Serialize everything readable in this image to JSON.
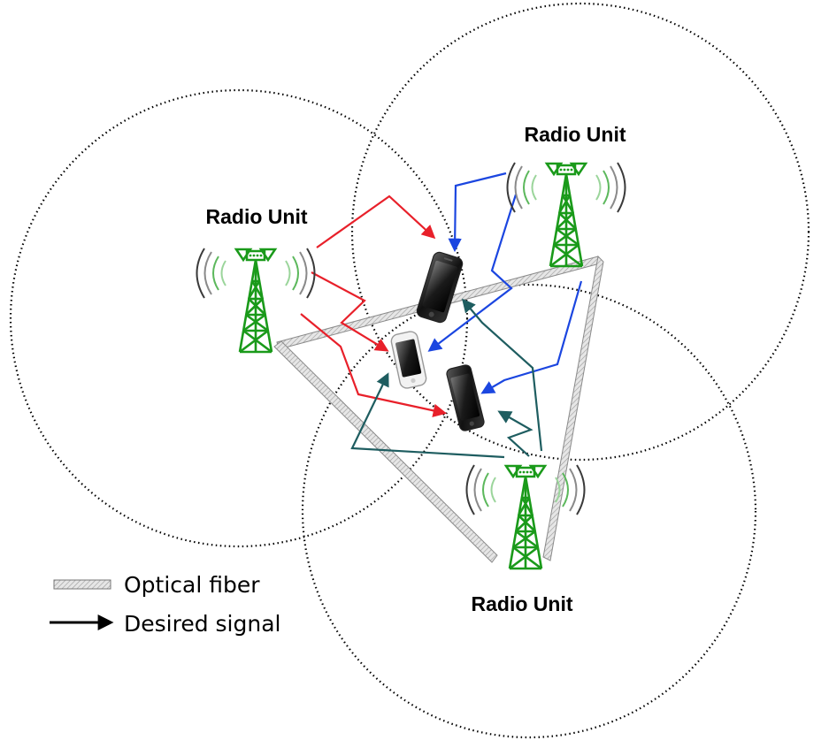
{
  "radio_units": [
    {
      "label": "Radio Unit"
    },
    {
      "label": "Radio Unit"
    },
    {
      "label": "Radio Unit"
    }
  ],
  "legend": {
    "fiber_label": "Optical fiber",
    "signal_label": "Desired signal"
  },
  "colors": {
    "tower": "#1a9a1a",
    "ru_left_signal": "#e8202a",
    "ru_right_signal": "#1b46e0",
    "ru_bottom_signal": "#1e5d60",
    "fiber_fill": "#d8d8d8"
  },
  "icons": [
    "radio-tower-icon",
    "smartphone-icon",
    "wireless-wave-icon"
  ]
}
